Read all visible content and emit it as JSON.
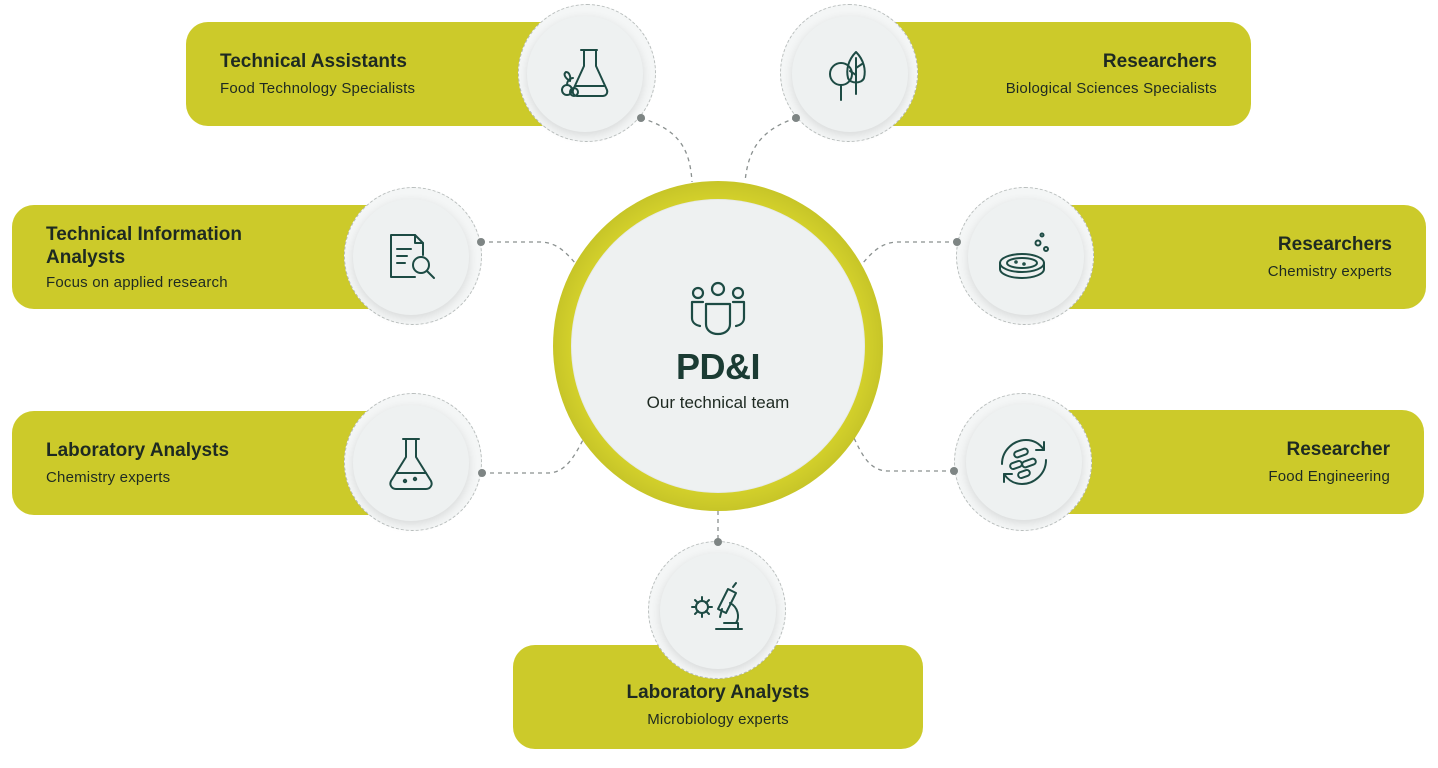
{
  "colors": {
    "accent": "#ccca2a",
    "icon_stroke": "#1d4b44",
    "circle_fill": "#eef1f1",
    "text": "#1e2a22"
  },
  "hub": {
    "icon": "team-icon",
    "title": "PD&I",
    "subtitle": "Our technical team"
  },
  "roles": [
    {
      "id": "technical-assistants",
      "title": "Technical Assistants",
      "subtitle": "Food Technology Specialists",
      "icon": "flask-with-fruit-icon"
    },
    {
      "id": "researchers-biological",
      "title": "Researchers",
      "subtitle": "Biological Sciences Specialists",
      "icon": "trees-icon"
    },
    {
      "id": "technical-information-analysts",
      "title": "Technical Information Analysts",
      "subtitle": "Focus on applied research",
      "icon": "document-search-icon"
    },
    {
      "id": "researchers-chemistry",
      "title": "Researchers",
      "subtitle": "Chemistry experts",
      "icon": "petri-dish-icon"
    },
    {
      "id": "laboratory-analysts-chemistry",
      "title": "Laboratory Analysts",
      "subtitle": "Chemistry experts",
      "icon": "erlenmeyer-flask-icon"
    },
    {
      "id": "researcher-food-engineering",
      "title": "Researcher",
      "subtitle": "Food Engineering",
      "icon": "bacteria-cycle-icon"
    },
    {
      "id": "laboratory-analysts-microbiology",
      "title": "Laboratory Analysts",
      "subtitle": "Microbiology experts",
      "icon": "virus-microscope-icon"
    }
  ]
}
